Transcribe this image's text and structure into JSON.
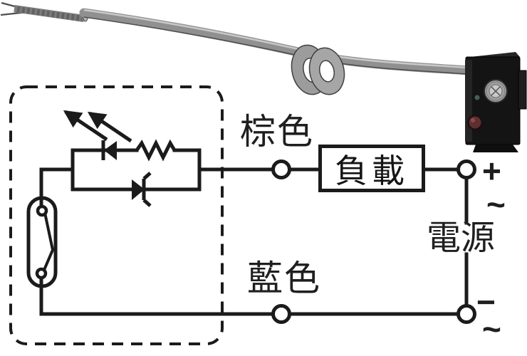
{
  "labels": {
    "brown": "棕色",
    "blue": "藍色",
    "load": "負載",
    "power": "電源",
    "plus": "+",
    "minus": "−",
    "tilde_top": "~",
    "tilde_bottom": "~"
  },
  "components": [
    {
      "name": "sensor-cable-photo",
      "kind": "photo-illustration of grey sensor cable with coil and black sensor head"
    },
    {
      "name": "led-icon",
      "kind": "LED symbol with two emission arrows"
    },
    {
      "name": "resistor-icon",
      "kind": "zigzag resistor symbol"
    },
    {
      "name": "zener-diode-icon",
      "kind": "zener diode symbol"
    },
    {
      "name": "reed-switch-icon",
      "kind": "reed switch capsule with two contacts"
    },
    {
      "name": "terminal-circle",
      "kind": "open circle wire terminal"
    },
    {
      "name": "dashed-enclosure",
      "kind": "dashed rounded boundary of sensor internals"
    }
  ],
  "colors": {
    "line": "#1b1b1b",
    "background": "#ffffff",
    "cable_grey": "#909090",
    "cable_highlight": "#c9c9c9",
    "cable_shadow": "#4e4e4e",
    "connector_black": "#141414",
    "indicator_red": "#5f2f2f",
    "indicator_red_hl": "#8a4d4d",
    "indicator_green": "#46604e",
    "screw_metal": "#9f9f9f"
  }
}
